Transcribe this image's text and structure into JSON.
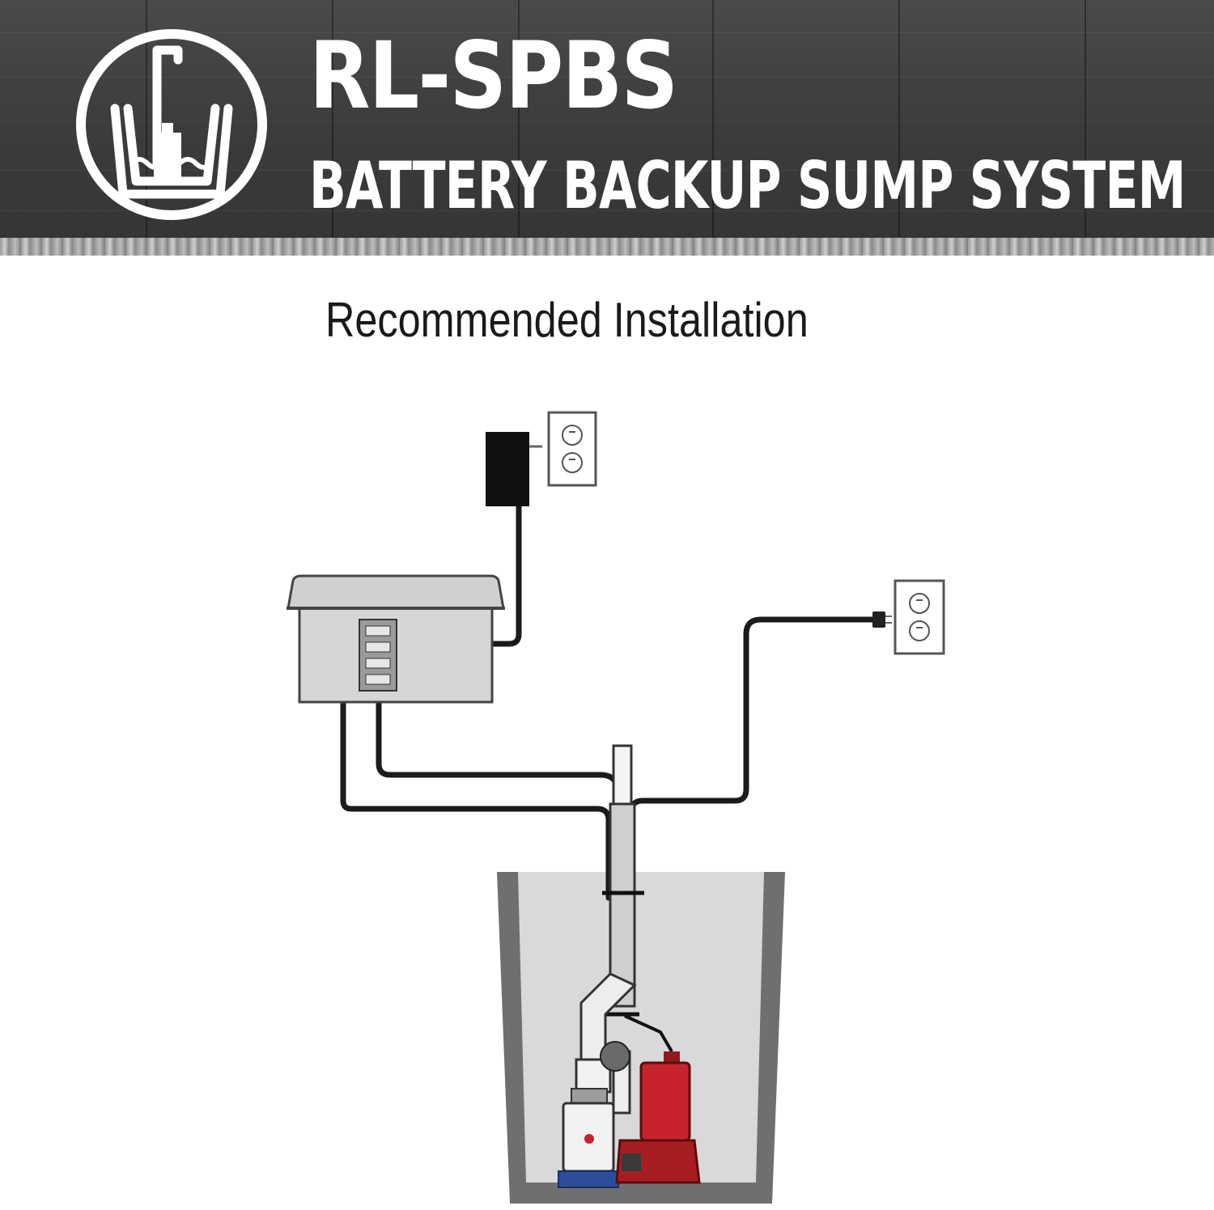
{
  "banner": {
    "title": "RL-SPBS",
    "subtitle": "BATTERY BACKUP SUMP SYSTEM",
    "logo_icon": "sump-pump-icon"
  },
  "diagram": {
    "heading": "Recommended Installation",
    "components": [
      "power-adapter",
      "wall-outlet",
      "battery-box",
      "control-terminal",
      "discharge-pipe",
      "sump-pit",
      "backup-pump",
      "primary-pump",
      "float-switch"
    ],
    "colors": {
      "primary_pump": "#c8232a",
      "backup_pump_base": "#2c4e9a",
      "battery_box": "#d4d4d4",
      "cable": "#1b1b1b",
      "pit_wall": "#6f6f6f",
      "pit_water": "#d9d9d9"
    }
  }
}
